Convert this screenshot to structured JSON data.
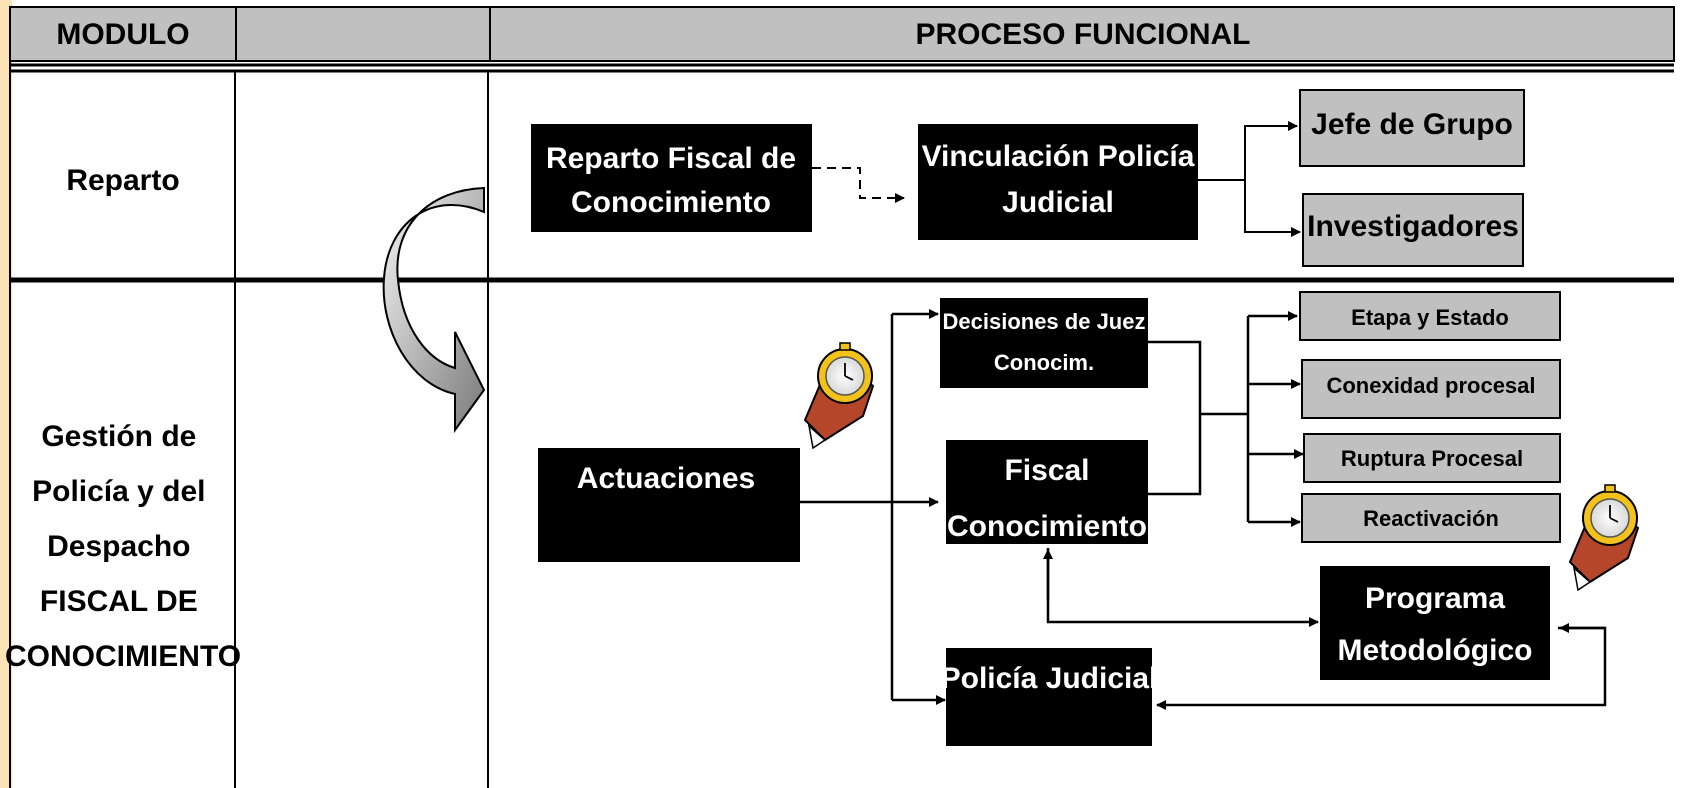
{
  "header": {
    "col_module": "MODULO",
    "col_process": "PROCESO FUNCIONAL"
  },
  "rows": {
    "reparto": {
      "label": "Reparto"
    },
    "gestion": {
      "label_lines": [
        "Gestión de",
        "Policía y del",
        "Despacho",
        "FISCAL DE",
        "CONOCIMIENTO"
      ]
    }
  },
  "boxes": {
    "reparto_fiscal": [
      "Reparto Fiscal de",
      "Conocimiento"
    ],
    "vinculacion": [
      "Vinculación Policía",
      "Judicial"
    ],
    "jefe_grupo": [
      "Jefe de Grupo"
    ],
    "investigadores": [
      "Investigadores"
    ],
    "decisiones": [
      "Decisiones de Juez",
      "Conocim."
    ],
    "etapa": [
      "Etapa y Estado"
    ],
    "conexidad": [
      "Conexidad procesal"
    ],
    "ruptura": [
      "Ruptura Procesal"
    ],
    "reactivacion": [
      "Reactivación"
    ],
    "actuaciones": [
      "Actuaciones"
    ],
    "fiscal": [
      "Fiscal",
      "Conocimiento"
    ],
    "programa": [
      "Programa",
      "Metodológico"
    ],
    "policia": [
      "Policía Judicial"
    ]
  },
  "colors": {
    "header_bg": "#c0c0c0",
    "box_black": "#000000",
    "box_gray": "#c0c0c0",
    "page_left_tint": "#fde8c4"
  },
  "icons": [
    "stopwatch-icon",
    "stopwatch-icon",
    "curved-arrow-icon"
  ]
}
